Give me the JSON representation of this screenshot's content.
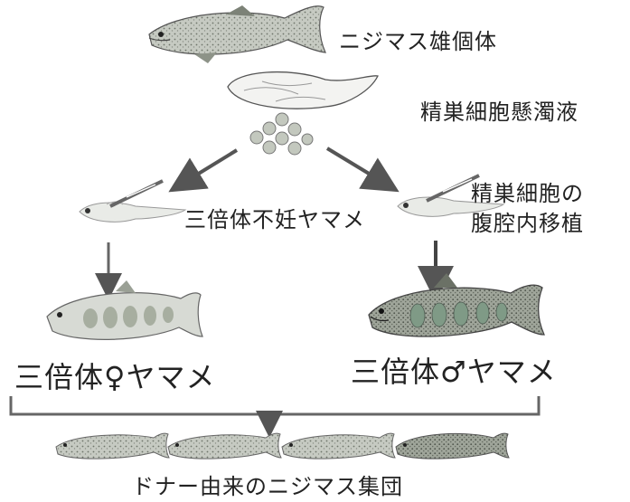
{
  "labels": {
    "donor_male": "ニジマス雄個体",
    "testis_suspension": "精巣細胞懸濁液",
    "recipient": "三倍体不妊ヤマメ",
    "transplant_line1": "精巣細胞の",
    "transplant_line2": "腹腔内移植",
    "female_recipient": "三倍体♀ヤマメ",
    "male_recipient": "三倍体♂ヤマメ",
    "offspring": "ドナー由来のニジマス集団"
  },
  "colors": {
    "ink": "#222222",
    "arrow": "#555555",
    "fish_body": "#c9ccc6",
    "fish_dark": "#8d9388",
    "parr_mark": "#7f9a86",
    "cell": "#b8bdb4"
  }
}
